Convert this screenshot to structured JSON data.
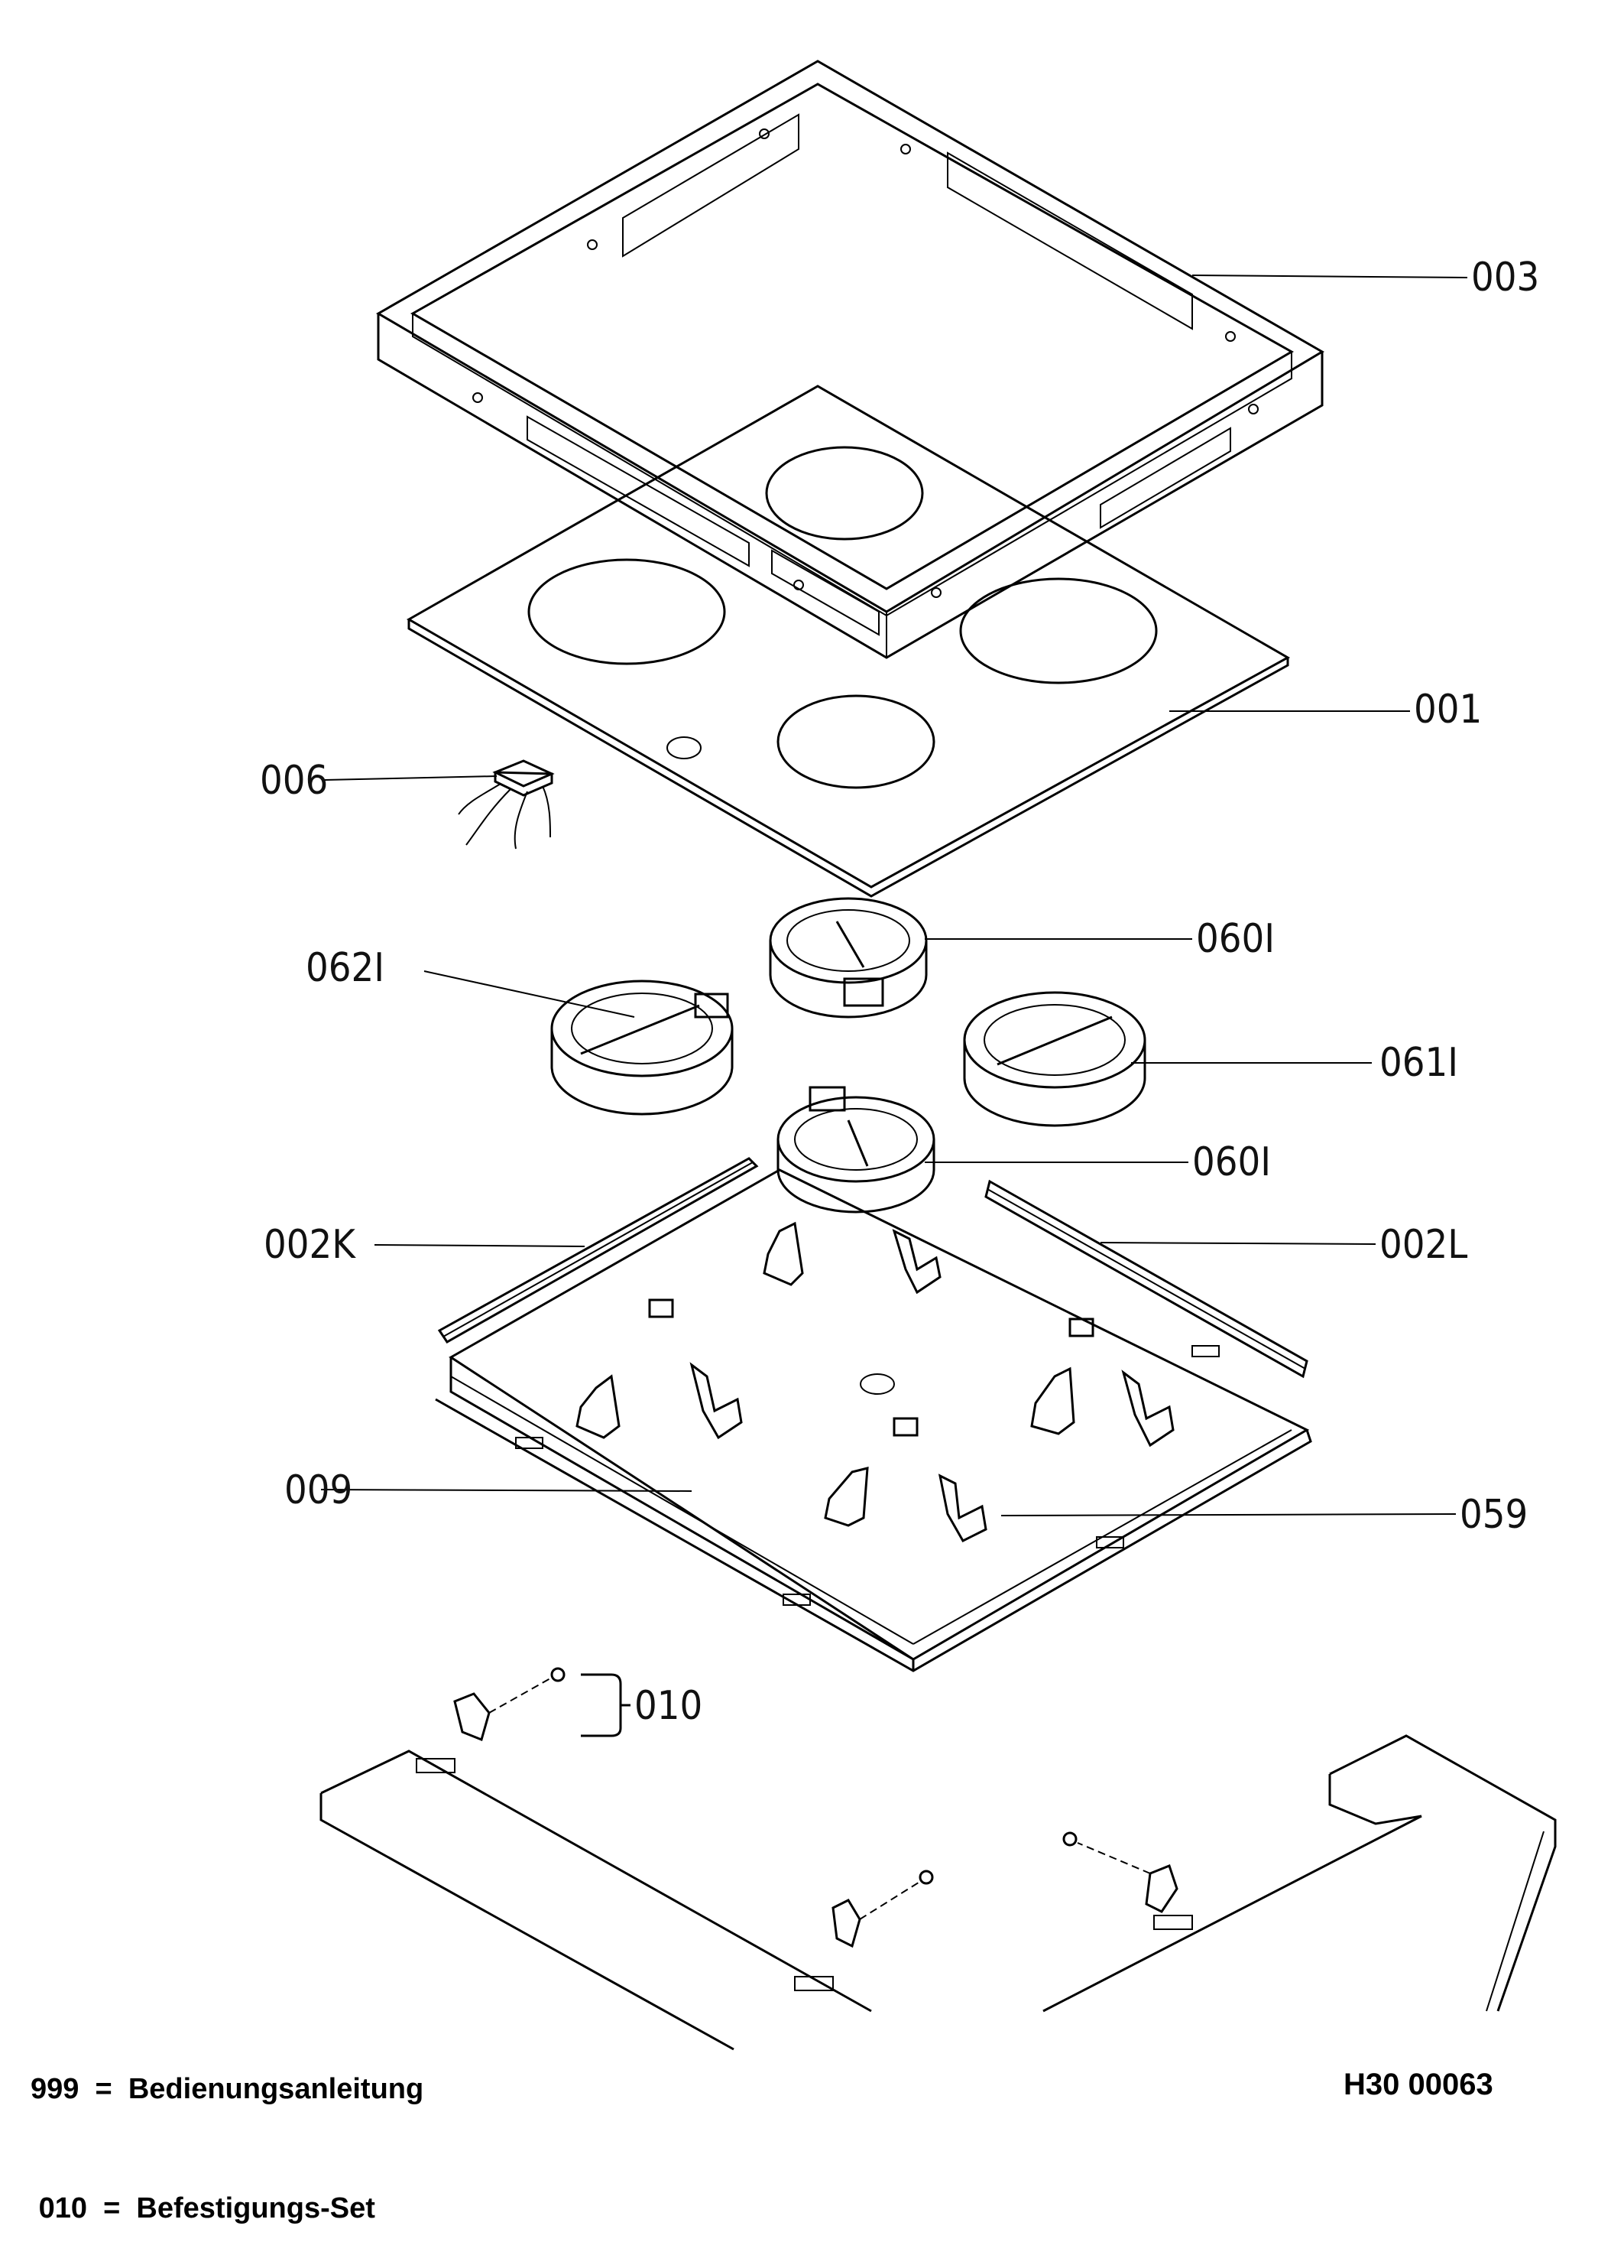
{
  "parts": {
    "frame": "003",
    "glass_top": "001",
    "connector": "006",
    "burner_back": "060I",
    "burner_left": "062I",
    "burner_right": "061I",
    "burner_front": "060I",
    "rail_left": "002K",
    "rail_right": "002L",
    "tray": "009",
    "holders": "059",
    "fixing_set": "010"
  },
  "legend": [
    {
      "code": "999",
      "sep": "=",
      "text": "Bedienungsanleitung"
    },
    {
      "code": "010",
      "sep": "=",
      "text": "Befestigungs-Set"
    }
  ],
  "doc_id": "H30 00063"
}
